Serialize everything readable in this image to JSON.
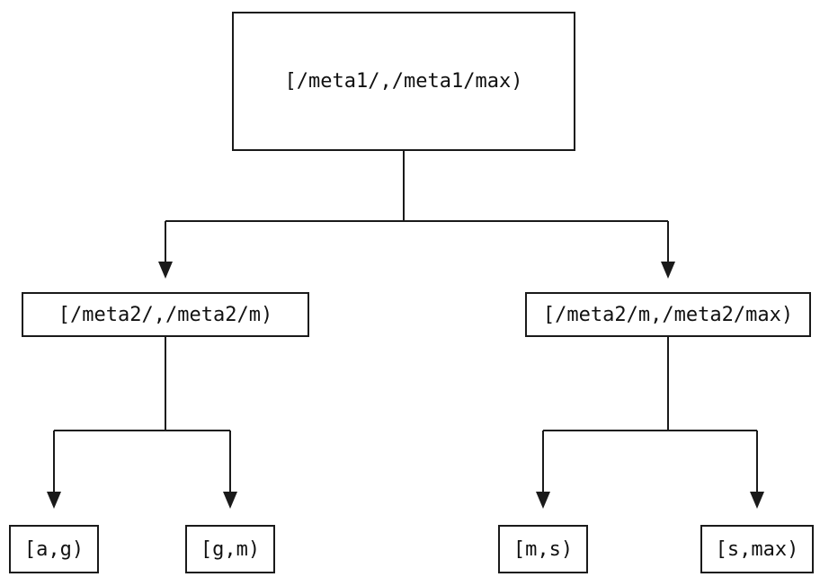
{
  "diagram": {
    "description": "Binary tree of key-range partitions",
    "colors": {
      "line": "#1a1a1a",
      "background": "#ffffff",
      "text": "#111111"
    },
    "tree": {
      "root": {
        "label": "[/meta1/,/meta1/max)",
        "children": [
          {
            "label": "[/meta2/,/meta2/m)",
            "children": [
              {
                "label": "[a,g)"
              },
              {
                "label": "[g,m)"
              }
            ]
          },
          {
            "label": "[/meta2/m,/meta2/max)",
            "children": [
              {
                "label": "[m,s)"
              },
              {
                "label": "[s,max)"
              }
            ]
          }
        ]
      }
    }
  }
}
